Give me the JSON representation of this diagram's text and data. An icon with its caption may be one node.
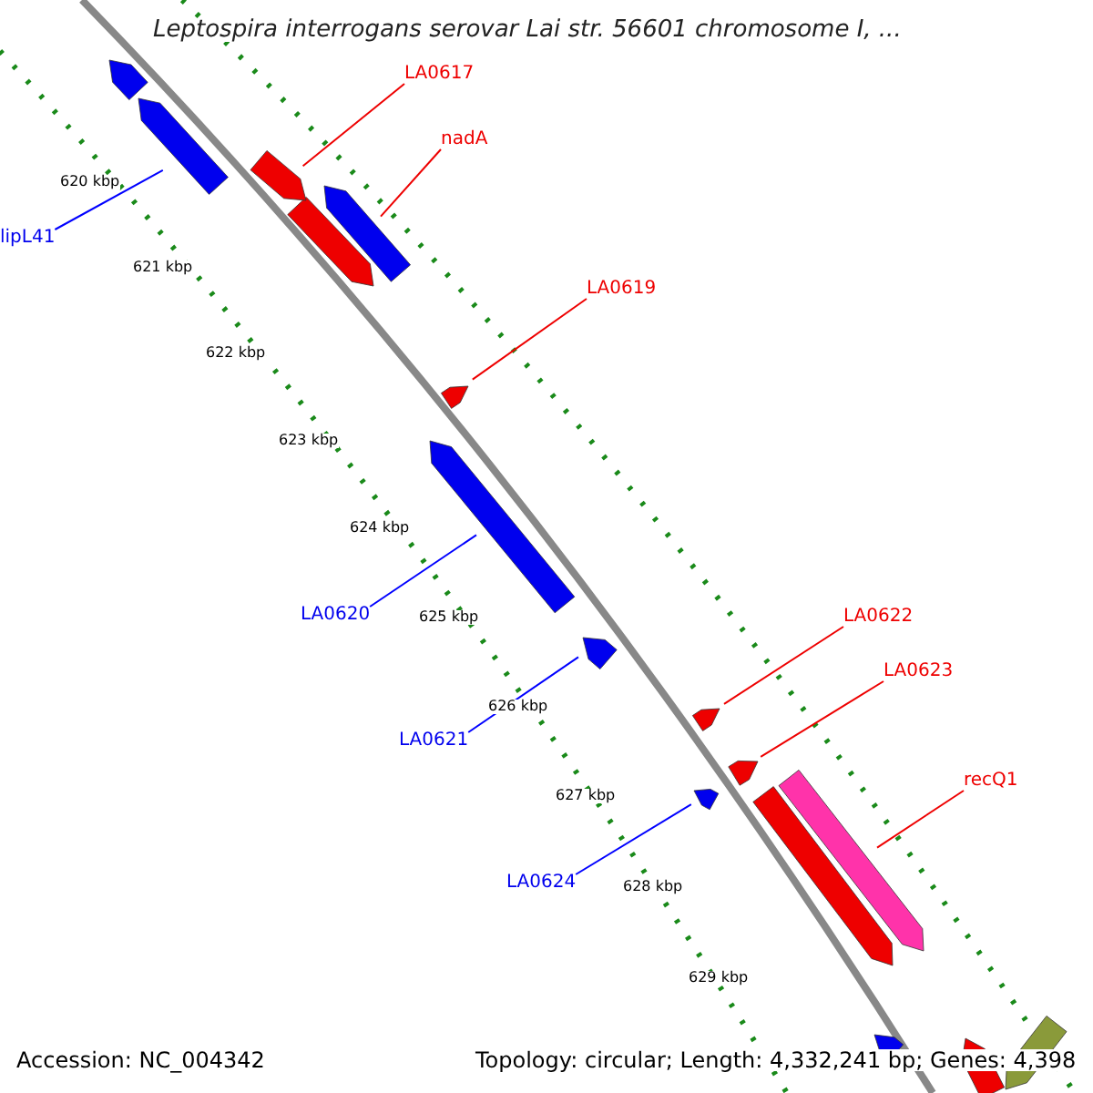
{
  "diagram": {
    "title": "Leptospira interrogans serovar Lai str. 56601 chromosome I, ...",
    "nodes": [
      {
        "text": [
          "LA0617"
        ]
      },
      {
        "text": [
          "nadA"
        ]
      },
      {
        "text": [
          "lipL41"
        ]
      },
      {
        "text": [
          "LA0619"
        ]
      },
      {
        "text": [
          "LA0620"
        ]
      },
      {
        "text": [
          "LA0621"
        ]
      },
      {
        "text": [
          "LA0622"
        ]
      },
      {
        "text": [
          "LA0623"
        ]
      },
      {
        "text": [
          "recQ1"
        ]
      },
      {
        "text": [
          "LA0624"
        ]
      },
      {
        "text": [],
        "shape": "bar"
      },
      {
        "text": [],
        "shape": "bar"
      },
      {
        "text": [],
        "shape": "bar"
      },
      {
        "text": [],
        "shape": "bar"
      },
      {
        "text": [],
        "shape": "bar"
      },
      {
        "text": [],
        "shape": "bar"
      },
      {
        "text": [],
        "shape": "bar"
      },
      {
        "text": [],
        "shape": "bar"
      },
      {
        "text": [],
        "shape": "bar"
      },
      {
        "text": [],
        "shape": "bar"
      }
    ],
    "edges": [
      {
        "from": 0,
        "to": 10,
        "arrow": "none"
      },
      {
        "from": 1,
        "to": 12,
        "arrow": "none"
      },
      {
        "from": 2,
        "to": 11,
        "arrow": "none",
        "color": "#0000ff"
      },
      {
        "from": 3,
        "to": 13,
        "arrow": "none"
      },
      {
        "from": 4,
        "to": 14,
        "arrow": "none",
        "color": "#0000ff"
      },
      {
        "from": 5,
        "to": 15,
        "arrow": "none",
        "color": "#0000ff"
      },
      {
        "from": 6,
        "to": 16,
        "arrow": "none"
      },
      {
        "from": 7,
        "to": 17,
        "arrow": "none"
      },
      {
        "from": 8,
        "to": 18,
        "arrow": "none"
      },
      {
        "from": 9,
        "to": 19,
        "arrow": "none",
        "color": "#0000ff"
      }
    ],
    "labels": [
      "620 kbp",
      "621 kbp",
      "622 kbp",
      "623 kbp",
      "624 kbp",
      "625 kbp",
      "626 kbp",
      "627 kbp",
      "628 kbp",
      "629 kbp",
      "Accession: NC_004342",
      "Topology: circular; Length: 4,332,241 bp; Genes: 4,398"
    ]
  }
}
